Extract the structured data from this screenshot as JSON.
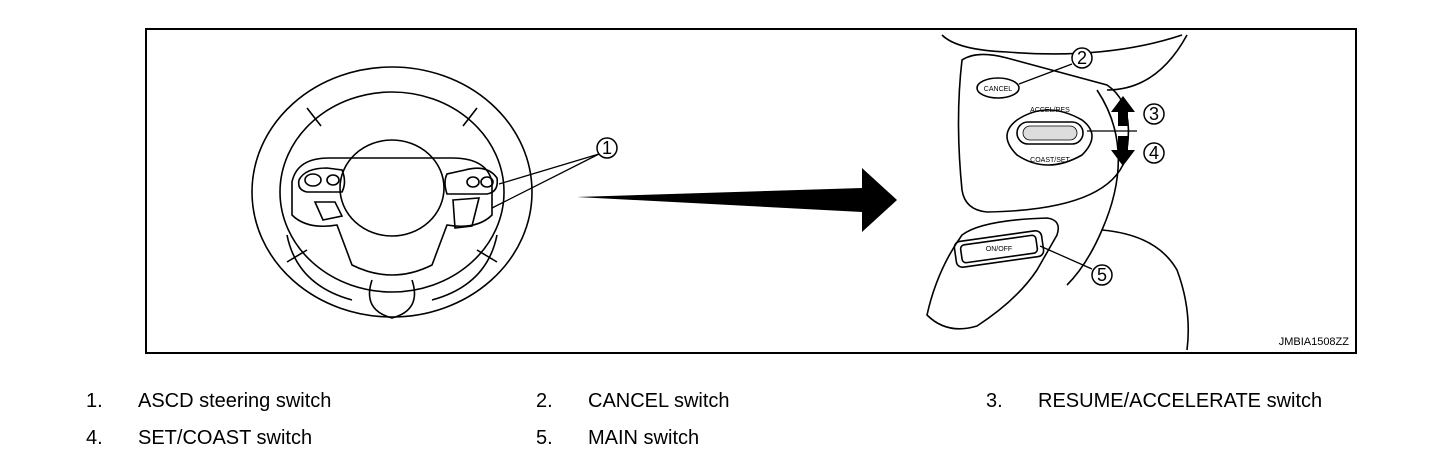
{
  "figure": {
    "image_code": "JMBIA1508ZZ",
    "callouts": [
      "1",
      "2",
      "3",
      "4",
      "5"
    ],
    "switch_labels": {
      "cancel": "CANCEL",
      "accel_res": "ACCEL/RES",
      "coast_set": "COAST/SET",
      "on_off": "ON/OFF"
    }
  },
  "legend": [
    {
      "num": "1.",
      "text": "ASCD steering switch"
    },
    {
      "num": "2.",
      "text": "CANCEL switch"
    },
    {
      "num": "3.",
      "text": "RESUME/ACCELERATE switch"
    },
    {
      "num": "4.",
      "text": "SET/COAST switch"
    },
    {
      "num": "5.",
      "text": "MAIN switch"
    }
  ]
}
